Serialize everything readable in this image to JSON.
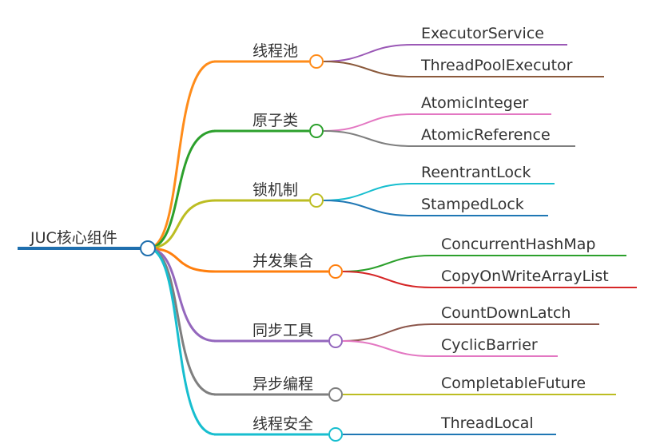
{
  "root": {
    "label": "JUC核心组件",
    "color": "#1f6fae"
  },
  "branches": [
    {
      "label": "线程池",
      "color": "#ff8c1a",
      "children": [
        {
          "label": "ExecutorService",
          "color": "#9b59b6"
        },
        {
          "label": "ThreadPoolExecutor",
          "color": "#8b5a3c"
        }
      ]
    },
    {
      "label": "原子类",
      "color": "#2ca02c",
      "children": [
        {
          "label": "AtomicInteger",
          "color": "#e377c2"
        },
        {
          "label": "AtomicReference",
          "color": "#7f7f7f"
        }
      ]
    },
    {
      "label": "锁机制",
      "color": "#bcbd22",
      "children": [
        {
          "label": "ReentrantLock",
          "color": "#17becf"
        },
        {
          "label": "StampedLock",
          "color": "#1f77b4"
        }
      ]
    },
    {
      "label": "并发集合",
      "color": "#ff7f0e",
      "children": [
        {
          "label": "ConcurrentHashMap",
          "color": "#2ca02c"
        },
        {
          "label": "CopyOnWriteArrayList",
          "color": "#d62728"
        }
      ]
    },
    {
      "label": "同步工具",
      "color": "#9467bd",
      "children": [
        {
          "label": "CountDownLatch",
          "color": "#8c564b"
        },
        {
          "label": "CyclicBarrier",
          "color": "#e377c2"
        }
      ]
    },
    {
      "label": "异步编程",
      "color": "#7f7f7f",
      "children": [
        {
          "label": "CompletableFuture",
          "color": "#bcbd22"
        }
      ]
    },
    {
      "label": "线程安全",
      "color": "#17becf",
      "children": [
        {
          "label": "ThreadLocal",
          "color": "#1f77b4"
        }
      ]
    }
  ]
}
